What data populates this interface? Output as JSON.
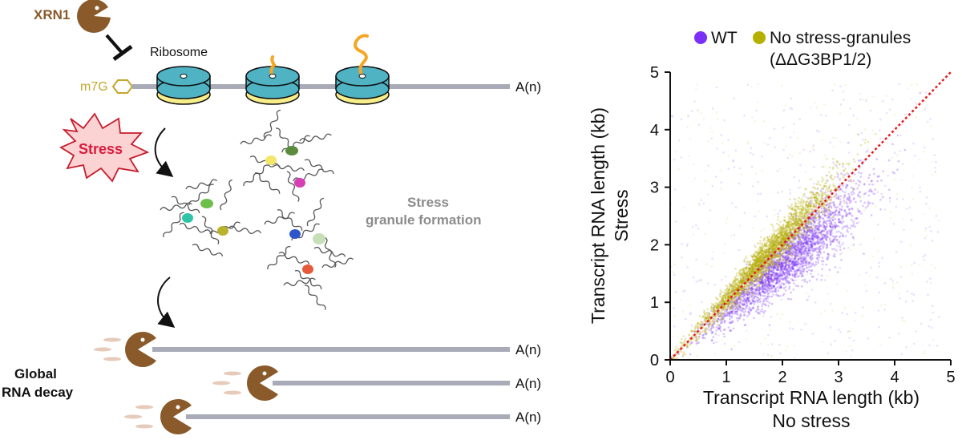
{
  "diagram": {
    "xrn1_label": "XRN1",
    "ribosome_label": "Ribosome",
    "cap_label": "m7G",
    "polya_label": "A(n)",
    "stress_label": "Stress",
    "granule_label_line1": "Stress",
    "granule_label_line2": "granule formation",
    "decay_label_line1": "Global",
    "decay_label_line2": "RNA decay",
    "colors": {
      "xrn1": "#8a5a2b",
      "ribosome_large": "#4fb3c4",
      "ribosome_small": "#f7ee8a",
      "mrna": "#a9acb8",
      "peptide": "#f5a623",
      "stress_burst": "#fbd3d3",
      "stress_text": "#d81b3c"
    }
  },
  "chart_data": {
    "type": "scatter",
    "title": "",
    "xlabel_line1": "Transcript RNA length (kb)",
    "xlabel_line2": "No stress",
    "ylabel_line1": "Transcript RNA length (kb)",
    "ylabel_line2": "Stress",
    "xlim": [
      0,
      5
    ],
    "ylim": [
      0,
      5
    ],
    "xticks": [
      "0",
      "1",
      "2",
      "3",
      "4",
      "5"
    ],
    "yticks": [
      "0",
      "1",
      "2",
      "3",
      "4",
      "5"
    ],
    "grid": false,
    "legend_position": "top",
    "reference_line": {
      "from": [
        0,
        0
      ],
      "to": [
        5,
        5
      ],
      "color": "#e8191e",
      "style": "dotted"
    },
    "series": [
      {
        "name": "WT",
        "color": "#7b2ff7",
        "center": [
          2.1,
          1.75
        ],
        "description_of_trend": "below diagonal"
      },
      {
        "name": "No stress-granules",
        "name_line2": "(ΔΔG3BP1/2)",
        "color": "#b5b000",
        "center": [
          1.7,
          1.85
        ],
        "description_of_trend": "along diagonal"
      }
    ]
  }
}
